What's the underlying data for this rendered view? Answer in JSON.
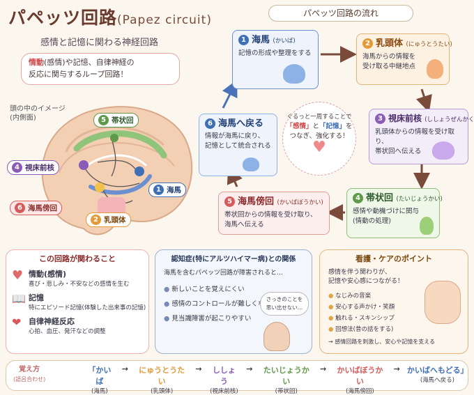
{
  "header": {
    "title": "パペッツ回路",
    "title_sub": "(Papez circuit)",
    "subtitle": "感情と記憶に関わる神経回路"
  },
  "intro": {
    "part1": "情動",
    "part2": "(感情)や記憶、自律神経の",
    "line2": "反応に関与するループ回路！"
  },
  "brain": {
    "label_line1": "頭の中のイメージ",
    "label_line2": "(内側面)",
    "tags": {
      "hippocampus": "海馬",
      "mammillary": "乳頭体",
      "thalamus": "視床前核",
      "cingulate": "帯状回",
      "parahippocampal": "海馬傍回"
    },
    "nums": {
      "hippocampus": "1",
      "mammillary": "2",
      "thalamus": "4",
      "cingulate": "5",
      "parahippocampal": "6"
    }
  },
  "flow": {
    "title": "パペッツ回路の流れ",
    "steps": [
      {
        "num": "1",
        "name": "海馬",
        "reading": "(かいば)",
        "desc1": "記憶の形成や整理をする",
        "desc2": ""
      },
      {
        "num": "2",
        "name": "乳頭体",
        "reading": "(にゅうとうたい)",
        "desc1": "海馬からの情報を",
        "desc2": "受け取る中継地点"
      },
      {
        "num": "3",
        "name": "視床前核",
        "reading": "(ししょうぜんかく)",
        "desc1": "乳頭体からの情報を受け取り、",
        "desc2": "帯状回へ伝える"
      },
      {
        "num": "4",
        "name": "帯状回",
        "reading": "(たいじょうかい)",
        "desc1": "感情や動機づけに関与",
        "desc2": "(情動の処理)"
      },
      {
        "num": "5",
        "name": "海馬傍回",
        "reading": "(かいばぼうかい)",
        "desc1": "帯状回からの情報を受け取り、",
        "desc2": "海馬へ伝える"
      },
      {
        "num": "6",
        "name": "海馬へ戻る",
        "reading": "",
        "desc1": "情報が海馬に戻り、",
        "desc2": "記憶として統合される"
      }
    ],
    "center": {
      "l1": "ぐるっと一周することで",
      "l2a": "「感情」",
      "l2b": "と",
      "l2c": "「記憶」",
      "l2d": "を",
      "l3": "つなぎ、強化する！"
    }
  },
  "panel1": {
    "title": "この回路が関わること",
    "items": [
      {
        "head": "情動(感情)",
        "desc": "喜び・悲しみ・不安などの感情を生む"
      },
      {
        "head": "記憶",
        "desc": "特にエピソード記憶(体験した出来事の記憶)"
      },
      {
        "head": "自律神経反応",
        "desc": "心拍、血圧、発汗などの調整"
      }
    ]
  },
  "panel2": {
    "title": "認知症(特にアルツハイマー病)との関係",
    "lead": "海馬を含むパペッツ回路が障害されると…",
    "items": [
      "新しいことを覚えにくい",
      "感情のコントロールが難しくなる",
      "見当識障害が起こりやすい"
    ],
    "bubble1": "さっきのことを",
    "bubble2": "思い出せない…"
  },
  "panel3": {
    "title": "看護・ケアのポイント",
    "lead1": "感情を伴う関わりが、",
    "lead2": "記憶や安心感につながる！",
    "items": [
      "なじみの音楽",
      "安心する声かけ・笑顔",
      "触れる・スキンシップ",
      "回想法(昔の話をする)"
    ],
    "foot": "→ 感情回路を刺激し、安心や記憶を支える"
  },
  "mnemonic": {
    "label1": "覚え方",
    "label2": "(語呂合わせ)",
    "seq": [
      {
        "kana": "「かいば",
        "term": "(海馬)"
      },
      {
        "kana": "にゅうとうたい",
        "term": "(乳頭体)"
      },
      {
        "kana": "ししょう",
        "term": "(視床前核)"
      },
      {
        "kana": "たいじょうかい",
        "term": "(帯状回)"
      },
      {
        "kana": "かいばぼうかい",
        "term": "(海馬傍回)"
      },
      {
        "kana": "かいばへもどる」",
        "term": "(海馬へ戻る)"
      }
    ]
  },
  "colors": {
    "hippocampus": "#3f6fb5",
    "mammillary": "#e39a3a",
    "thalamus": "#8a5cb8",
    "cingulate": "#5f9a4a",
    "parahippocampal": "#d65a5a"
  }
}
